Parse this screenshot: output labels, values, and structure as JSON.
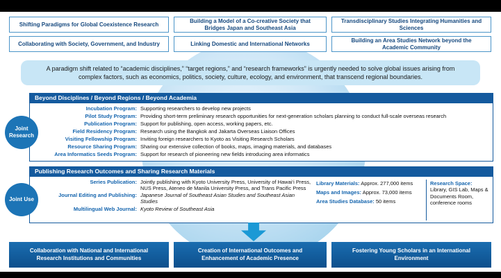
{
  "pillars_row1": [
    "Shifting Paradigms for Global Coexistence Research",
    "Building a Model of a Co-creative Society that Bridges Japan and Southeast Asia",
    "Transdisciplinary Studies Integrating Humanities and Sciences"
  ],
  "pillars_row2": [
    "Collaborating with Society, Government, and Industry",
    "Linking Domestic and International Networks",
    "Building an Area Studies Network beyond the Academic Community"
  ],
  "banner": "A paradigm shift related to “academic disciplines,” “target regions,” and “research frameworks” is urgently needed to solve global issues arising from complex factors, such as economics, politics, society, culture, ecology, and environment, that transcend regional boundaries.",
  "joint_research": {
    "badge": "Joint Research",
    "header": "Beyond Disciplines / Beyond Regions / Beyond Academia",
    "programs": [
      {
        "name": "Incubation Program:",
        "desc": "Supporting researchers to develop new projects"
      },
      {
        "name": "Pilot Study Program:",
        "desc": "Providing short-term preliminary research opportunities for next-generation scholars planning to conduct full-scale overseas research"
      },
      {
        "name": "Publication Program:",
        "desc": "Support for publishing, open access, working papers, etc."
      },
      {
        "name": "Field Residency Program:",
        "desc": "Research using the Bangkok and Jakarta Overseas Liaison Offices"
      },
      {
        "name": "Visiting Fellowship Program:",
        "desc": "Inviting foreign researchers to Kyoto as Visiting Research Scholars"
      },
      {
        "name": "Resource Sharing Program:",
        "desc": "Sharing our extensive collection of books, maps, imaging materials, and databases"
      },
      {
        "name": "Area Informatics Seeds Program:",
        "desc": "Support for research of pioneering new fields introducing area informatics"
      }
    ]
  },
  "joint_use": {
    "badge": "Joint Use",
    "header": "Publishing Research Outcomes and Sharing Research Materials",
    "publications": [
      {
        "name": "Series Publication:",
        "desc": "Jointly publishing with Kyoto University Press, University of Hawai‘i Press, NUS Press, Ateneo de Manila University Press, and Trans Pacific Press"
      },
      {
        "name": "Journal Editing and Publishing:",
        "desc": "Japanese Journal of Southeast Asian Studies and Southeast Asian Studies"
      },
      {
        "name": "Multilingual Web Journal:",
        "desc": "Kyoto Review of Southeast Asia"
      }
    ],
    "resources": [
      {
        "name": "Library Materials:",
        "value": "Approx. 277,000 items"
      },
      {
        "name": "Maps and Images:",
        "value": "Approx. 73,000 items"
      },
      {
        "name": "Area Studies Database:",
        "value": "50 items"
      }
    ],
    "research_space": {
      "name": "Research Space:",
      "value": "Library, GIS Lab, Maps & Documents Room, conference rooms"
    }
  },
  "outcomes": [
    "Collaboration with National and International Research Institutions and Communities",
    "Creation of International Outcomes and Enhancement of Academic Presence",
    "Fostering Young Scholars in an International Environment"
  ],
  "colors": {
    "accent_blue": "#1565ae",
    "header_blue": "#145a9e",
    "light_blue_banner": "#c8e6f6",
    "badge_blue": "#1c74b6",
    "arrow_blue": "#1b99d5",
    "outcome_blue": "#0d4f8c"
  }
}
